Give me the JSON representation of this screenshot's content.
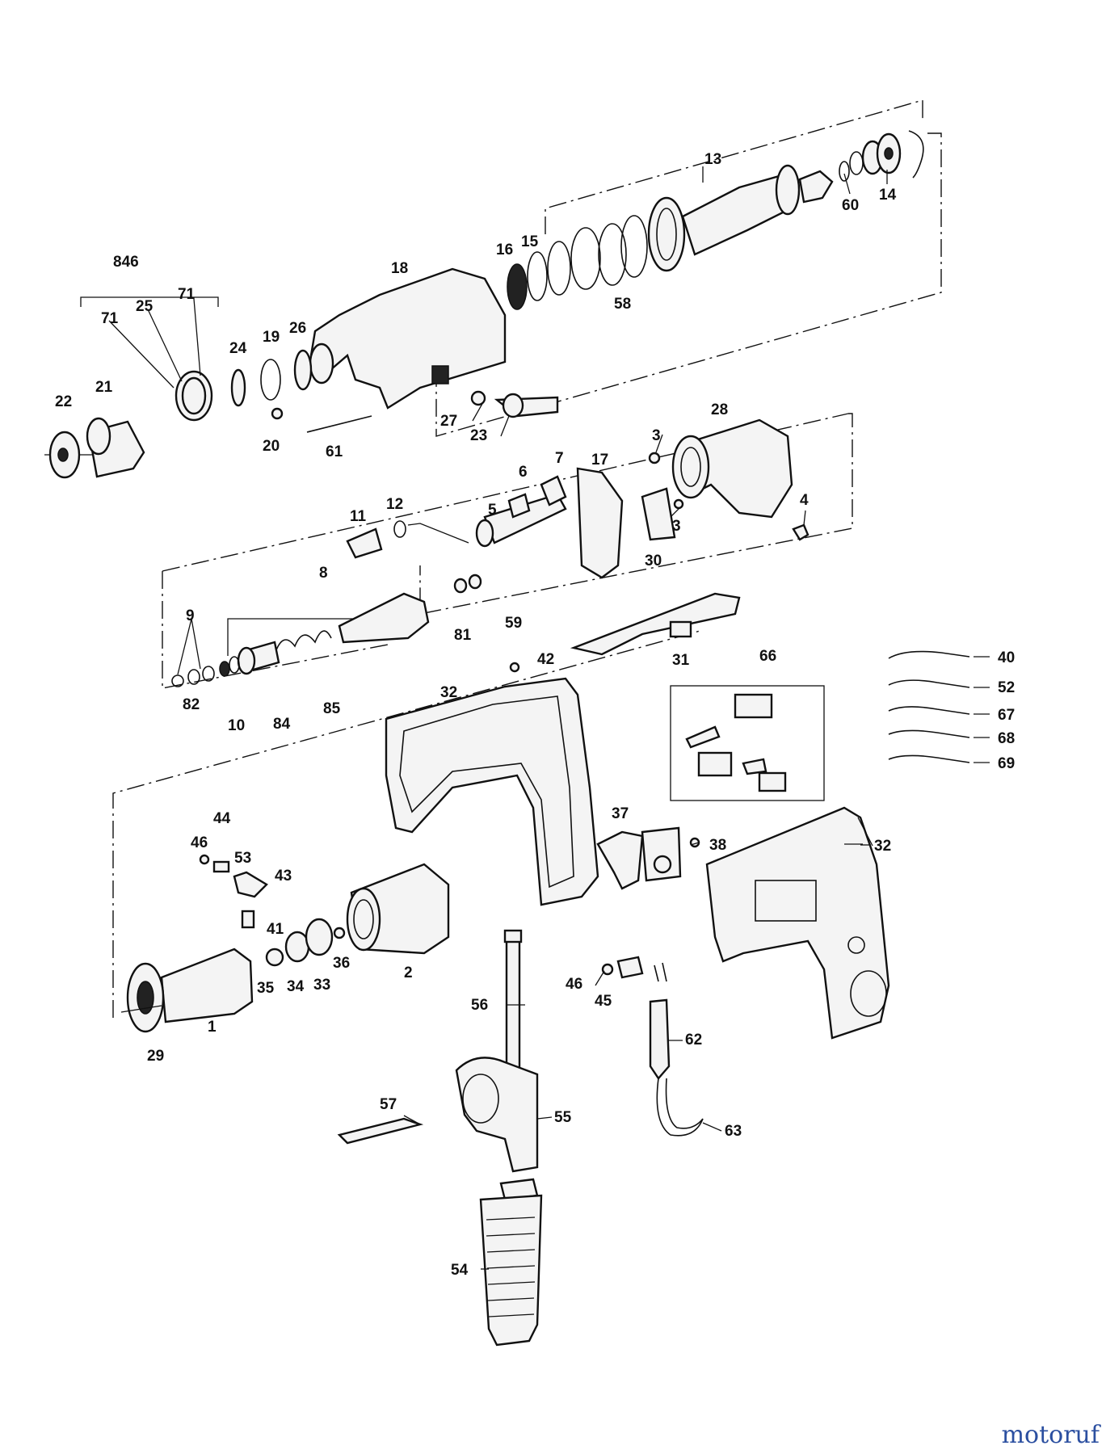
{
  "diagram": {
    "part_numbers": {
      "p846": "846",
      "p71a": "71",
      "p25": "25",
      "p71b": "71",
      "p22": "22",
      "p21": "21",
      "p24": "24",
      "p19": "19",
      "p26": "26",
      "p20": "20",
      "p61": "61",
      "p18": "18",
      "p27": "27",
      "p23": "23",
      "p16": "16",
      "p15": "15",
      "p58": "58",
      "p13": "13",
      "p60": "60",
      "p14": "14",
      "p28": "28",
      "p3a": "3",
      "p3b": "3",
      "p4": "4",
      "p17": "17",
      "p7": "7",
      "p6": "6",
      "p5": "5",
      "p30": "30",
      "p11": "11",
      "p12": "12",
      "p8": "8",
      "p81": "81",
      "p59": "59",
      "p9": "9",
      "p82": "82",
      "p10": "10",
      "p84": "84",
      "p85": "85",
      "p31": "31",
      "p42": "42",
      "p32a": "32",
      "p66": "66",
      "p40": "40",
      "p52": "52",
      "p67": "67",
      "p68": "68",
      "p69": "69",
      "p44": "44",
      "p46a": "46",
      "p53": "53",
      "p43": "43",
      "p41": "41",
      "p36": "36",
      "p33": "33",
      "p34": "34",
      "p35": "35",
      "p2": "2",
      "p1": "1",
      "p29": "29",
      "p37": "37",
      "p38": "38",
      "p32b": "32",
      "p56": "56",
      "p46b": "46",
      "p45": "45",
      "p62": "62",
      "p63": "63",
      "p57": "57",
      "p55": "55",
      "p54": "54"
    }
  },
  "logo": {
    "text": "motoruf"
  },
  "colors": {
    "ink": "#111111",
    "logo_m": "#2b4fa0",
    "logo_o1": "#d4202a",
    "logo_t": "#2b8a3e",
    "logo_o2": "#e0a400",
    "logo_r": "#2b4fa0",
    "logo_u": "#d4202a",
    "logo_f": "#2b8a3e"
  }
}
